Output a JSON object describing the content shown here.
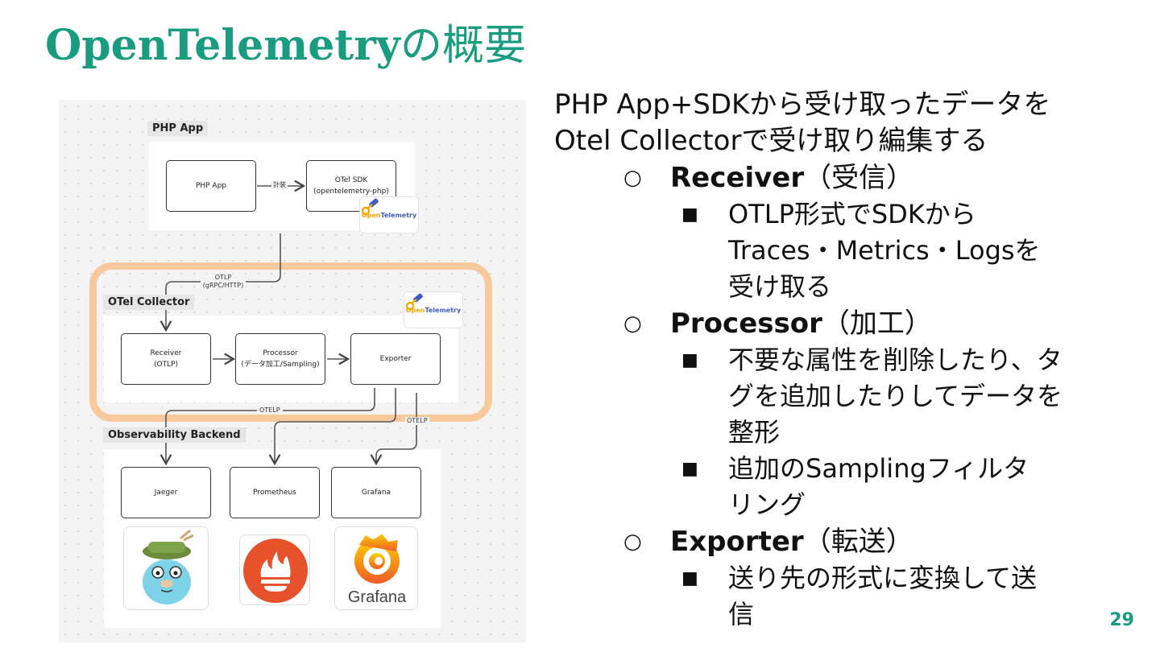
{
  "slide": {
    "title_latin": "OpenTelemetry",
    "title_jp": "の概要",
    "page_number": "29"
  },
  "diagram": {
    "groups": {
      "php_app": "PHP App",
      "otel_collector": "OTel Collector",
      "backend": "Observability  Backend"
    },
    "nodes": {
      "php_app": "PHP App",
      "otel_sdk_line1": "OTel SDK",
      "otel_sdk_line2": "(opentelemetry-php)",
      "receiver_line1": "Receiver",
      "receiver_line2": "(OTLP)",
      "processor_line1": "Processor",
      "processor_line2": "(データ加工/Sampling)",
      "exporter": "Exporter",
      "jaeger": "Jaeger",
      "prometheus": "Prometheus",
      "grafana": "Grafana"
    },
    "edges": {
      "instrument": "計装",
      "otlp_line1": "OTLP",
      "otlp_line2": "(gRPC/HTTP)",
      "otelp_1": "OTELP",
      "otelp_2": "OTELP"
    },
    "logos": {
      "otel_open": "Open",
      "otel_telemetry": "Telemetry",
      "grafana_wordmark": "Grafana"
    },
    "colors": {
      "highlight": "#f8c99c",
      "title": "#1a9c80",
      "prometheus": "#e6522c",
      "grafana": "#f46800",
      "otel_blue": "#425cc7",
      "otel_yellow": "#f5a800"
    }
  },
  "content": {
    "intro_line1": "PHP App+SDKから受け取ったデータを",
    "intro_line2": "Otel Collectorで受け取り編集する",
    "sections": [
      {
        "bullet": "○",
        "name": "Receiver",
        "paren": "（受信）",
        "items": [
          {
            "bullet": "■",
            "lines": [
              "OTLP形式でSDKから",
              "Traces・Metrics・Logsを",
              "受け取る"
            ]
          }
        ]
      },
      {
        "bullet": "○",
        "name": "Processor",
        "paren": "（加工）",
        "items": [
          {
            "bullet": "■",
            "lines": [
              "不要な属性を削除したり、タ",
              "グを追加したりしてデータを",
              "整形"
            ]
          },
          {
            "bullet": "■",
            "lines": [
              "追加のSamplingフィルタ",
              "リング"
            ]
          }
        ]
      },
      {
        "bullet": "○",
        "name": "Exporter",
        "paren": "（転送）",
        "items": [
          {
            "bullet": "■",
            "lines": [
              "送り先の形式に変換して送",
              "信"
            ]
          }
        ]
      }
    ]
  }
}
